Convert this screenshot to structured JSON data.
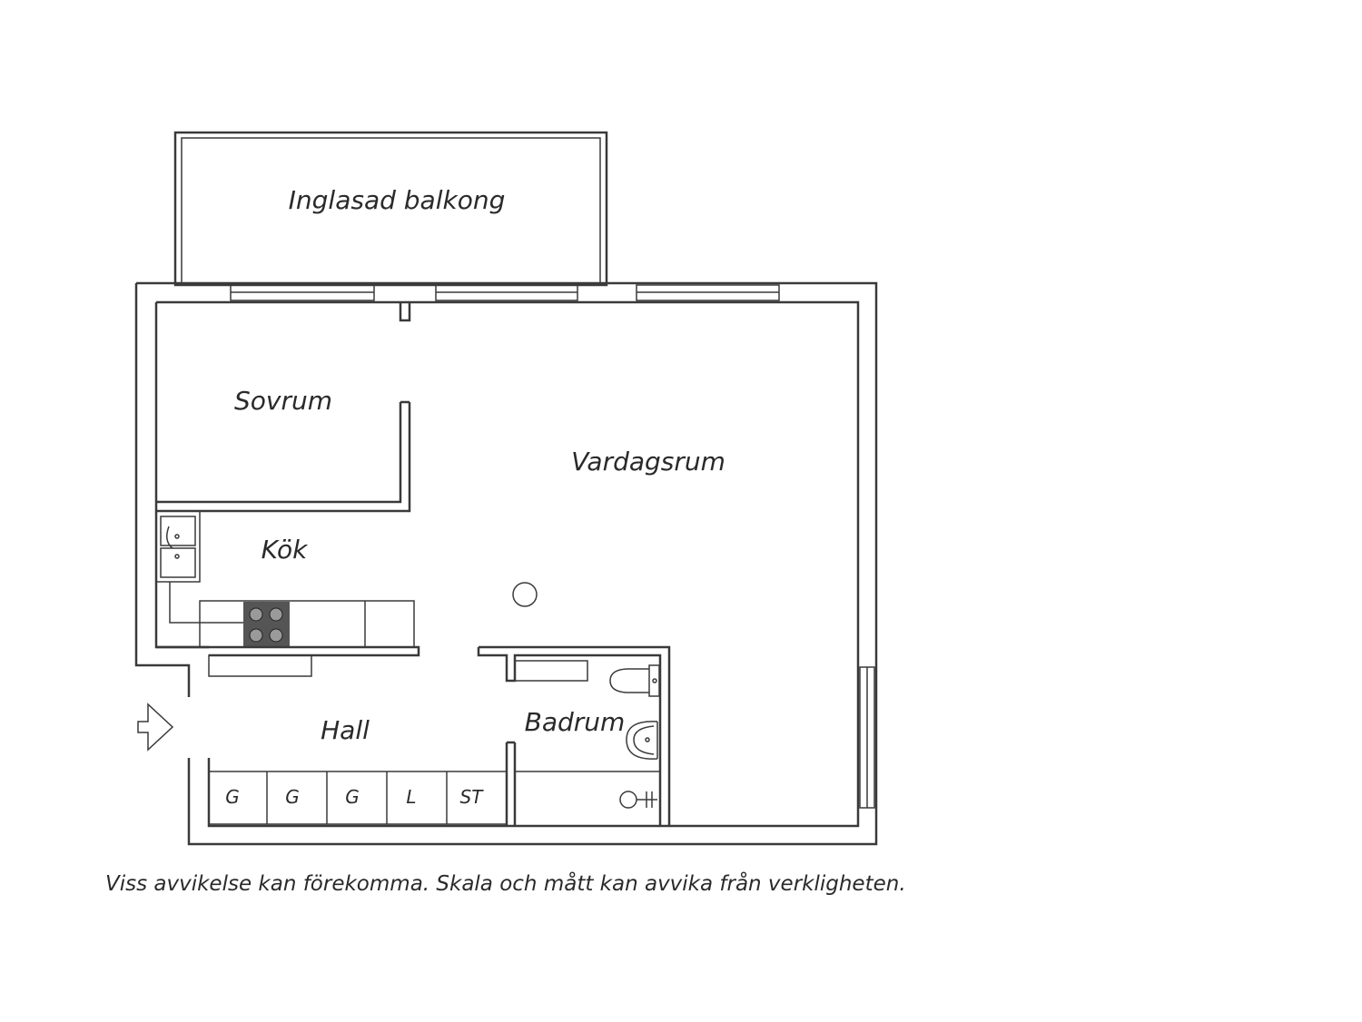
{
  "rooms": {
    "balcony": "Inglasad balkong",
    "bedroom": "Sovrum",
    "living": "Vardagsrum",
    "kitchen": "Kök",
    "hall": "Hall",
    "bathroom": "Badrum"
  },
  "closets": [
    "G",
    "G",
    "G",
    "L",
    "ST"
  ],
  "disclaimer": "Viss avvikelse kan förekomma. Skala och mått kan avvika från verkligheten.",
  "colors": {
    "line": "#3a3a3a",
    "stove": "#555555",
    "background": "#ffffff"
  }
}
